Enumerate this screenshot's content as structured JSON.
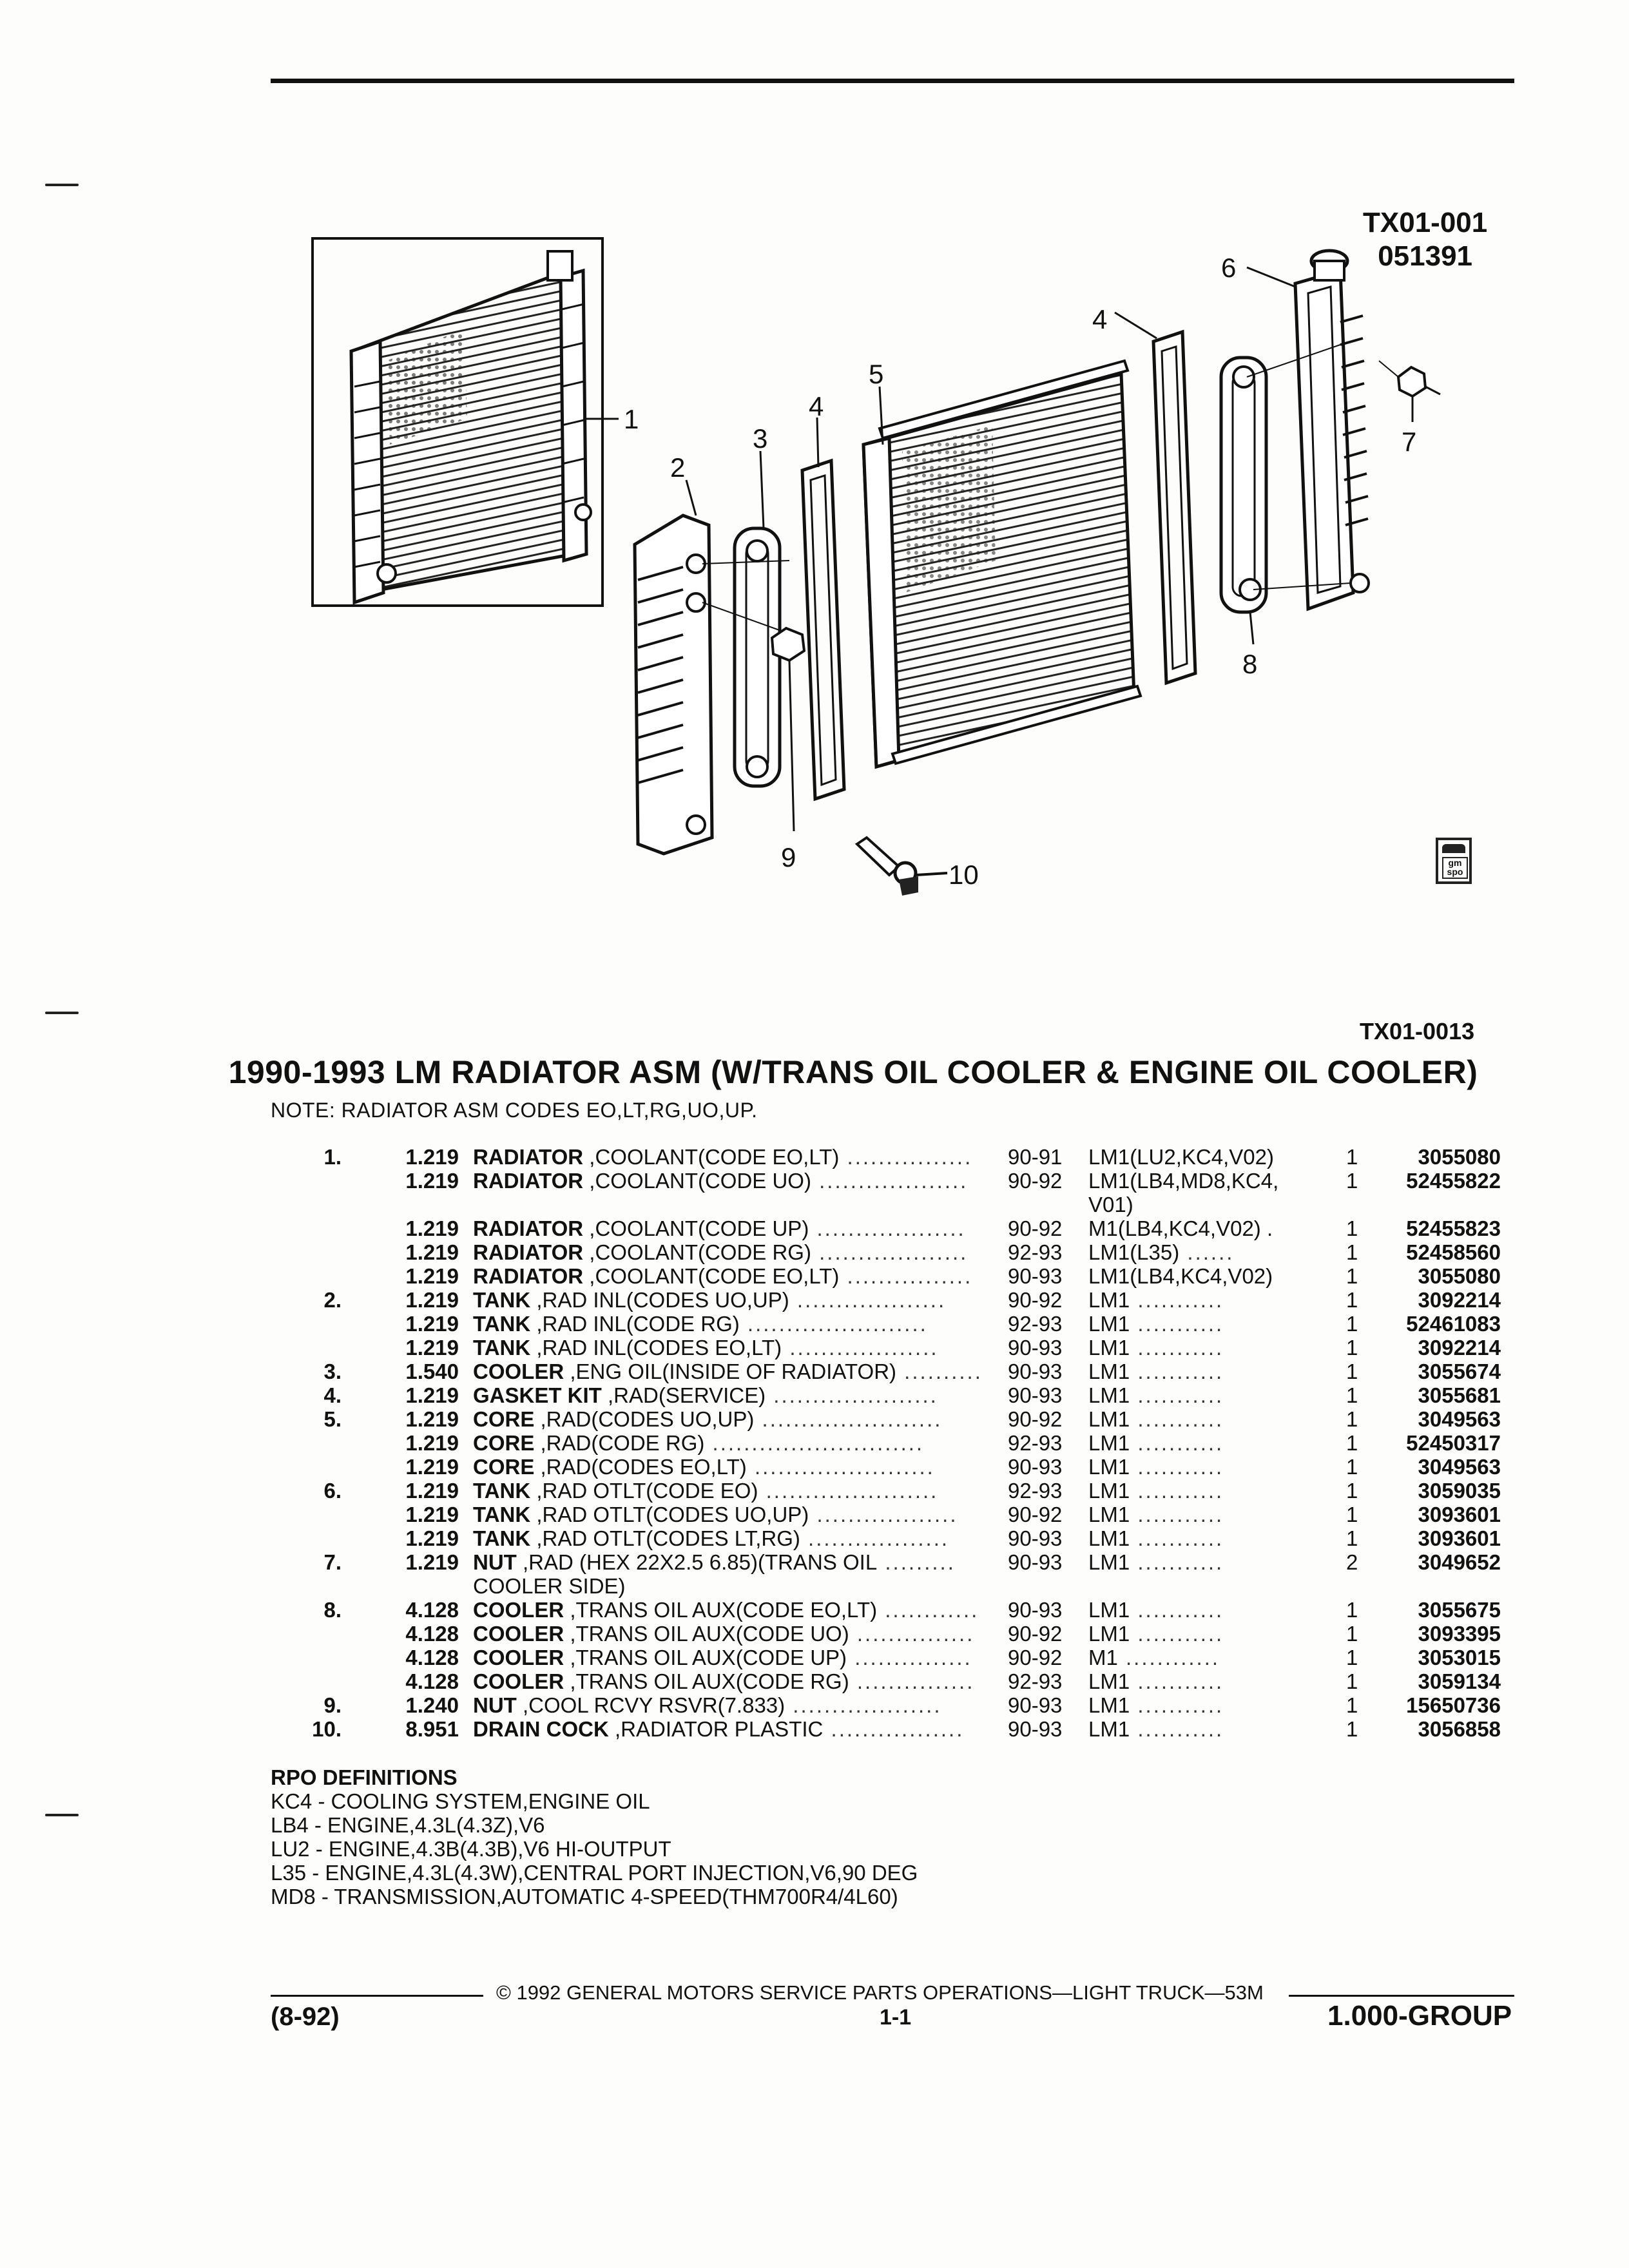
{
  "figure": {
    "id_line1": "TX01-001",
    "id_line2": "051391",
    "illustration_code": "TX01-0013",
    "callouts": [
      "1",
      "2",
      "3",
      "4",
      "4",
      "5",
      "6",
      "7",
      "8",
      "9",
      "10"
    ],
    "logo_text": "gm spo"
  },
  "title": "1990-1993 LM RADIATOR ASM (W/TRANS OIL COOLER & ENGINE OIL COOLER)",
  "note": "NOTE:  RADIATOR ASM CODES EO,LT,RG,UO,UP.",
  "rows": [
    {
      "ref": "1.",
      "grp": "1.219",
      "name": "RADIATOR",
      "desc": ",COOLANT(CODE EO,LT)",
      "years": "90-91",
      "usage": "LM1(LU2,KC4,V02)",
      "qty": "1",
      "pn": "3055080"
    },
    {
      "ref": "",
      "grp": "1.219",
      "name": "RADIATOR",
      "desc": ",COOLANT(CODE UO)",
      "years": "90-92",
      "usage": "LM1(LB4,MD8,KC4,",
      "qty": "1",
      "pn": "52455822"
    },
    {
      "ref": "",
      "grp": "",
      "name": "",
      "desc": "",
      "years": "",
      "usage": "V01)",
      "qty": "",
      "pn": ""
    },
    {
      "ref": "",
      "grp": "1.219",
      "name": "RADIATOR",
      "desc": ",COOLANT(CODE UP)",
      "years": "90-92",
      "usage": "M1(LB4,KC4,V02) .",
      "qty": "1",
      "pn": "52455823"
    },
    {
      "ref": "",
      "grp": "1.219",
      "name": "RADIATOR",
      "desc": ",COOLANT(CODE RG)",
      "years": "92-93",
      "usage": "LM1(L35)",
      "qty": "1",
      "pn": "52458560"
    },
    {
      "ref": "",
      "grp": "1.219",
      "name": "RADIATOR",
      "desc": ",COOLANT(CODE EO,LT)",
      "years": "90-93",
      "usage": "LM1(LB4,KC4,V02)",
      "qty": "1",
      "pn": "3055080"
    },
    {
      "ref": "2.",
      "grp": "1.219",
      "name": "TANK",
      "desc": ",RAD INL(CODES UO,UP)",
      "years": "90-92",
      "usage": "LM1",
      "qty": "1",
      "pn": "3092214"
    },
    {
      "ref": "",
      "grp": "1.219",
      "name": "TANK",
      "desc": ",RAD INL(CODE RG)",
      "years": "92-93",
      "usage": "LM1",
      "qty": "1",
      "pn": "52461083"
    },
    {
      "ref": "",
      "grp": "1.219",
      "name": "TANK",
      "desc": ",RAD INL(CODES EO,LT)",
      "years": "90-93",
      "usage": "LM1",
      "qty": "1",
      "pn": "3092214"
    },
    {
      "ref": "3.",
      "grp": "1.540",
      "name": "COOLER",
      "desc": ",ENG OIL(INSIDE OF RADIATOR)",
      "years": "90-93",
      "usage": "LM1",
      "qty": "1",
      "pn": "3055674"
    },
    {
      "ref": "4.",
      "grp": "1.219",
      "name": "GASKET KIT",
      "desc": ",RAD(SERVICE)",
      "years": "90-93",
      "usage": "LM1",
      "qty": "1",
      "pn": "3055681"
    },
    {
      "ref": "5.",
      "grp": "1.219",
      "name": "CORE",
      "desc": ",RAD(CODES UO,UP)",
      "years": "90-92",
      "usage": "LM1",
      "qty": "1",
      "pn": "3049563"
    },
    {
      "ref": "",
      "grp": "1.219",
      "name": "CORE",
      "desc": ",RAD(CODE RG)",
      "years": "92-93",
      "usage": "LM1",
      "qty": "1",
      "pn": "52450317"
    },
    {
      "ref": "",
      "grp": "1.219",
      "name": "CORE",
      "desc": ",RAD(CODES EO,LT)",
      "years": "90-93",
      "usage": "LM1",
      "qty": "1",
      "pn": "3049563"
    },
    {
      "ref": "6.",
      "grp": "1.219",
      "name": "TANK",
      "desc": ",RAD OTLT(CODE EO)",
      "years": "92-93",
      "usage": "LM1",
      "qty": "1",
      "pn": "3059035"
    },
    {
      "ref": "",
      "grp": "1.219",
      "name": "TANK",
      "desc": ",RAD OTLT(CODES UO,UP)",
      "years": "90-92",
      "usage": "LM1",
      "qty": "1",
      "pn": "3093601"
    },
    {
      "ref": "",
      "grp": "1.219",
      "name": "TANK",
      "desc": ",RAD OTLT(CODES LT,RG)",
      "years": "90-93",
      "usage": "LM1",
      "qty": "1",
      "pn": "3093601"
    },
    {
      "ref": "7.",
      "grp": "1.219",
      "name": "NUT",
      "desc": ",RAD (HEX 22X2.5 6.85)(TRANS OIL",
      "years": "90-93",
      "usage": "LM1",
      "qty": "2",
      "pn": "3049652"
    },
    {
      "ref": "",
      "grp": "",
      "name": "",
      "desc": "COOLER SIDE)",
      "years": "",
      "usage": "",
      "qty": "",
      "pn": ""
    },
    {
      "ref": "8.",
      "grp": "4.128",
      "name": "COOLER",
      "desc": ",TRANS OIL AUX(CODE EO,LT)",
      "years": "90-93",
      "usage": "LM1",
      "qty": "1",
      "pn": "3055675"
    },
    {
      "ref": "",
      "grp": "4.128",
      "name": "COOLER",
      "desc": ",TRANS OIL AUX(CODE UO)",
      "years": "90-92",
      "usage": "LM1",
      "qty": "1",
      "pn": "3093395"
    },
    {
      "ref": "",
      "grp": "4.128",
      "name": "COOLER",
      "desc": ",TRANS OIL AUX(CODE UP)",
      "years": "90-92",
      "usage": "M1",
      "qty": "1",
      "pn": "3053015"
    },
    {
      "ref": "",
      "grp": "4.128",
      "name": "COOLER",
      "desc": ",TRANS OIL AUX(CODE RG)",
      "years": "92-93",
      "usage": "LM1",
      "qty": "1",
      "pn": "3059134"
    },
    {
      "ref": "9.",
      "grp": "1.240",
      "name": "NUT",
      "desc": ",COOL RCVY RSVR(7.833)",
      "years": "90-93",
      "usage": "LM1",
      "qty": "1",
      "pn": "15650736"
    },
    {
      "ref": "10.",
      "grp": "8.951",
      "name": "DRAIN COCK",
      "desc": ",RADIATOR PLASTIC",
      "years": "90-93",
      "usage": "LM1",
      "qty": "1",
      "pn": "3056858"
    }
  ],
  "rpo": {
    "heading": "RPO DEFINITIONS",
    "items": [
      "KC4 - COOLING SYSTEM,ENGINE OIL",
      "LB4 - ENGINE,4.3L(4.3Z),V6",
      "LU2 - ENGINE,4.3B(4.3B),V6 HI-OUTPUT",
      "L35 - ENGINE,4.3L(4.3W),CENTRAL PORT INJECTION,V6,90 DEG",
      "MD8 - TRANSMISSION,AUTOMATIC 4-SPEED(THM700R4/4L60)"
    ]
  },
  "footer": {
    "copyright": "© 1992 GENERAL MOTORS SERVICE PARTS OPERATIONS—LIGHT TRUCK—53M",
    "date_code": "(8-92)",
    "page": "1-1",
    "group": "1.000-GROUP"
  }
}
